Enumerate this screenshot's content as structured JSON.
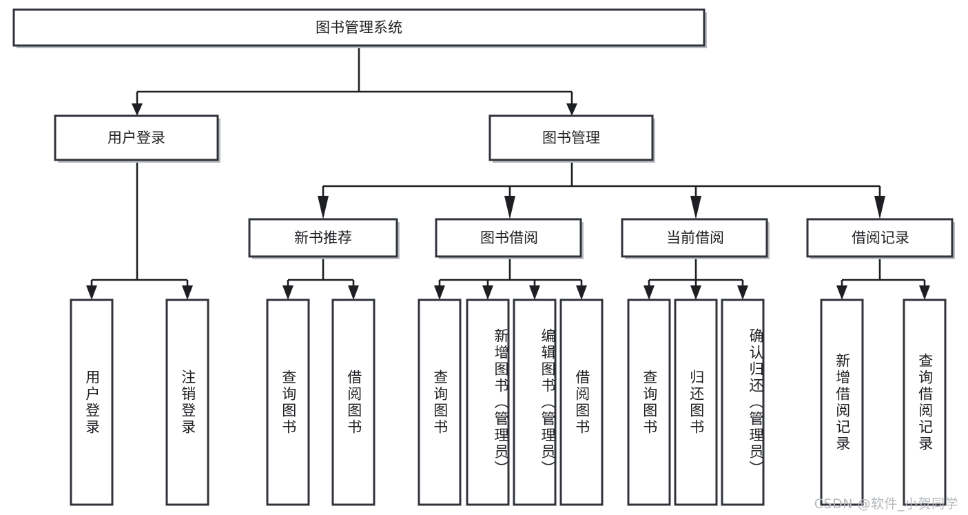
{
  "diagram": {
    "title": "图书管理系统",
    "type": "tree",
    "orientation": "top-down",
    "watermark": "CSDN @软件_小贺同学",
    "colors": {
      "background": "#ffffff",
      "box_fill": "#ffffff",
      "box_stroke": "#30343a",
      "connector": "#1d1f22",
      "text": "#1d1f22",
      "watermark": "#b5b8bc",
      "shadow": "#b9bcc0"
    },
    "levels": {
      "root": {
        "label": "图书管理系统"
      },
      "level2": [
        {
          "label": "用户登录"
        },
        {
          "label": "图书管理"
        }
      ],
      "level3": [
        {
          "label": "新书推荐",
          "parent": "图书管理"
        },
        {
          "label": "图书借阅",
          "parent": "图书管理"
        },
        {
          "label": "当前借阅",
          "parent": "图书管理"
        },
        {
          "label": "借阅记录",
          "parent": "图书管理"
        }
      ],
      "leaves": [
        {
          "label": "用户登录",
          "parent": "用户登录"
        },
        {
          "label": "注销登录",
          "parent": "用户登录"
        },
        {
          "label": "查询图书",
          "parent": "新书推荐"
        },
        {
          "label": "借阅图书",
          "parent": "新书推荐"
        },
        {
          "label": "查询图书",
          "parent": "图书借阅"
        },
        {
          "label": "新增图书（管理员）",
          "parent": "图书借阅"
        },
        {
          "label": "编辑图书（管理员）",
          "parent": "图书借阅"
        },
        {
          "label": "借阅图书",
          "parent": "图书借阅"
        },
        {
          "label": "查询图书",
          "parent": "当前借阅"
        },
        {
          "label": "归还图书",
          "parent": "当前借阅"
        },
        {
          "label": "确认归还（管理员）",
          "parent": "当前借阅"
        },
        {
          "label": "新增借阅记录",
          "parent": "借阅记录"
        },
        {
          "label": "查询借阅记录",
          "parent": "借阅记录"
        }
      ]
    }
  }
}
